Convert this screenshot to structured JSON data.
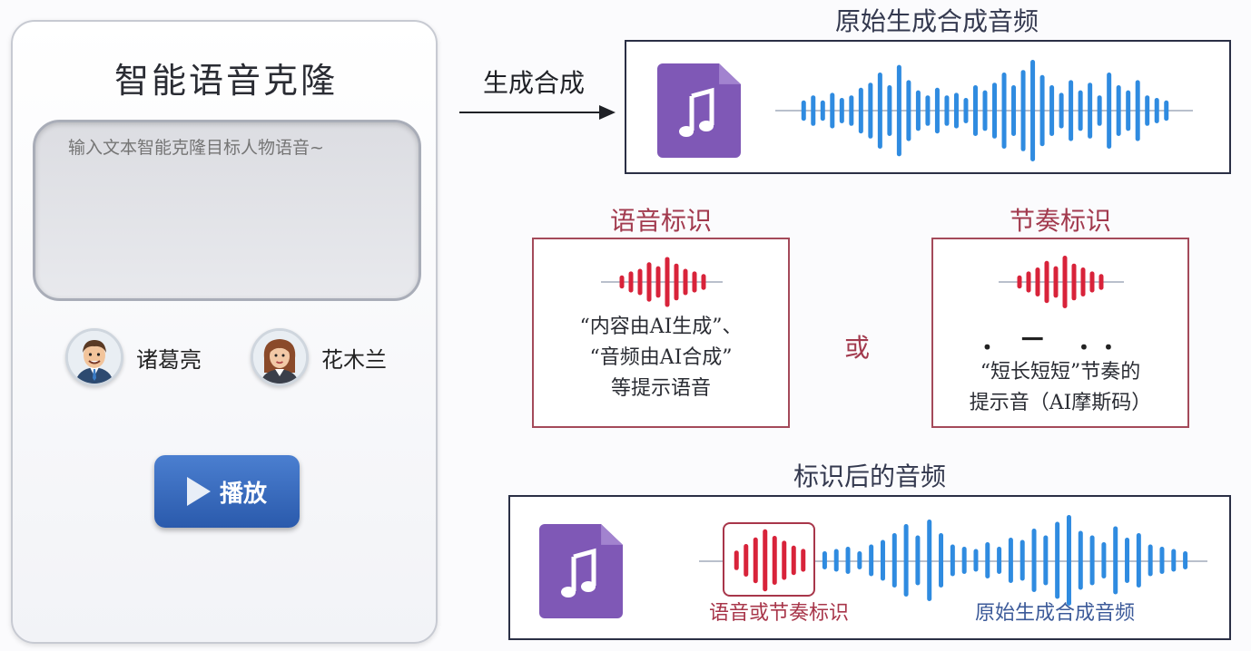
{
  "left_panel": {
    "title": "智能语音克隆",
    "input_placeholder": "输入文本智能克隆目标人物语音~",
    "voices": [
      {
        "name": "诸葛亮",
        "icon": "male-avatar-icon"
      },
      {
        "name": "花木兰",
        "icon": "female-avatar-icon"
      }
    ],
    "play_label": "播放",
    "play_icon": "play-icon"
  },
  "arrow": {
    "label": "生成合成"
  },
  "original_audio": {
    "title": "原始生成合成音频",
    "icon": "audio-file-icon",
    "wave": [
      0.2,
      0.3,
      0.2,
      0.35,
      0.25,
      0.3,
      0.45,
      0.55,
      0.75,
      0.5,
      0.9,
      0.6,
      0.4,
      0.3,
      0.45,
      0.3,
      0.35,
      0.25,
      0.5,
      0.4,
      0.55,
      0.75,
      0.5,
      0.8,
      1.0,
      0.7,
      0.5,
      0.35,
      0.6,
      0.4,
      0.55,
      0.3,
      0.75,
      0.5,
      0.4,
      0.6,
      0.3,
      0.25,
      0.2
    ]
  },
  "voice_mark": {
    "title": "语音标识",
    "caption_lines": [
      "“内容由AI生成”、",
      "“音频由AI合成”",
      "等提示语音"
    ],
    "wave": [
      0.25,
      0.4,
      0.5,
      0.75,
      0.6,
      0.95,
      0.7,
      0.5,
      0.4,
      0.3
    ]
  },
  "or_text": "或",
  "rhythm_mark": {
    "title": "节奏标识",
    "morse": "．－ ．．",
    "caption_lines": [
      "“短长短短”节奏的",
      "提示音（AI摩斯码）"
    ],
    "wave": [
      0.25,
      0.4,
      0.55,
      0.8,
      0.6,
      1.0,
      0.7,
      0.55,
      0.4,
      0.3
    ]
  },
  "marked_audio": {
    "title": "标识后的音频",
    "icon": "audio-file-icon",
    "mark_wave": [
      0.3,
      0.5,
      0.7,
      0.95,
      0.75,
      0.6,
      0.45,
      0.35
    ],
    "wave": [
      0.2,
      0.25,
      0.3,
      0.2,
      0.35,
      0.45,
      0.6,
      0.8,
      0.55,
      0.9,
      0.6,
      0.35,
      0.3,
      0.25,
      0.4,
      0.3,
      0.5,
      0.45,
      0.7,
      0.55,
      0.85,
      1.0,
      0.65,
      0.55,
      0.4,
      0.75,
      0.5,
      0.6,
      0.35,
      0.3,
      0.25,
      0.2
    ],
    "mark_label": "语音或节奏标识",
    "original_label": "原始生成合成音频"
  },
  "colors": {
    "blue_wave": "#2f8be0",
    "red_wave": "#d8233a",
    "icon_purple": "#7f58b6",
    "red_frame": "#a44a5a",
    "dark_frame": "#2a2f45"
  }
}
